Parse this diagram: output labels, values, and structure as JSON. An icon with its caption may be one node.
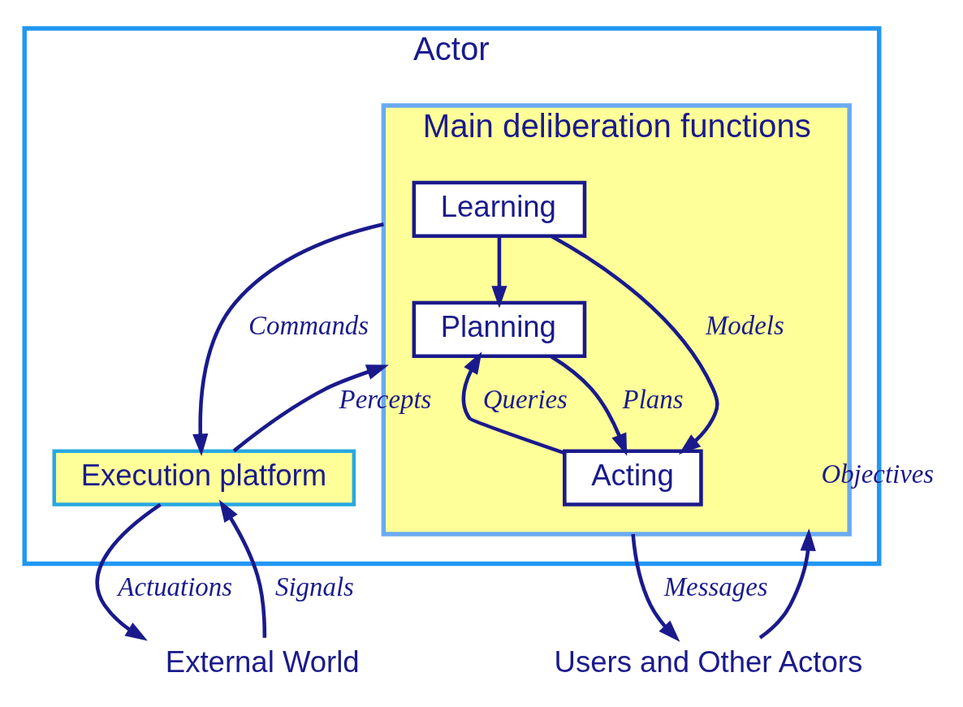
{
  "diagram": {
    "nodes": [
      {
        "text": [
          "Actor"
        ]
      },
      {
        "text": [
          "Main deliberation functions"
        ],
        "in": 0
      },
      {
        "text": [
          "Learning"
        ],
        "in": 1
      },
      {
        "text": [
          "Planning"
        ],
        "in": 1
      },
      {
        "text": [
          "Acting"
        ],
        "in": 1
      },
      {
        "text": [
          "Execution platform"
        ],
        "in": 0
      },
      {
        "text": [
          "Users and Other Actors"
        ]
      },
      {
        "text": [
          "External World"
        ]
      }
    ],
    "edges": [
      {
        "from": 2,
        "to": 4,
        "arrow": "to",
        "label": "Models"
      },
      {
        "from": 2,
        "to": 3,
        "arrow": "to"
      },
      {
        "from": 4,
        "to": 3,
        "arrow": "to",
        "label": "Queries"
      },
      {
        "from": 3,
        "to": 4,
        "arrow": "to",
        "label": "Plans"
      },
      {
        "from": 6,
        "to": 1,
        "arrow": "to",
        "label": "Objectives"
      },
      {
        "from": 1,
        "to": 6,
        "arrow": "to",
        "label": "Messages"
      },
      {
        "from": 1,
        "to": 5,
        "arrow": "to",
        "label": "Commands"
      },
      {
        "from": 5,
        "to": 1,
        "arrow": "to",
        "label": "Percepts"
      },
      {
        "from": 5,
        "to": 7,
        "arrow": "to",
        "label": "Actuations"
      },
      {
        "from": 7,
        "to": 5,
        "arrow": "to",
        "label": "Signals"
      }
    ]
  }
}
